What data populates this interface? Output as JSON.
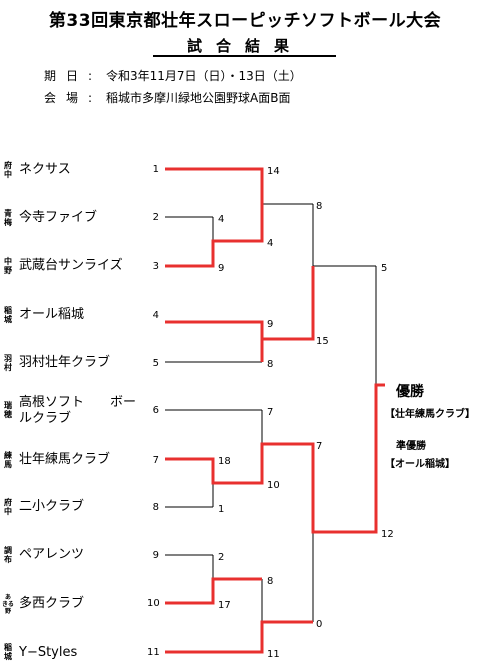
{
  "header": {
    "title": "第33回東京都壮年スローピッチソフトボール大会",
    "subtitle": "試合結果"
  },
  "info": [
    {
      "key": "期日",
      "colon": ":",
      "value": "令和3年11月7日（日）・13日（土）"
    },
    {
      "key": "会場",
      "colon": ":",
      "value": "稲城市多摩川緑地公園野球A面B面"
    }
  ],
  "teams": [
    {
      "pref": "府中",
      "name": "ネクサス",
      "seed": "1"
    },
    {
      "pref": "青梅",
      "name": "今寺ファイブ",
      "seed": "2"
    },
    {
      "pref": "中野",
      "name": "武蔵台サンライズ",
      "seed": "3"
    },
    {
      "pref": "稲城",
      "name": "オール稲城",
      "seed": "4"
    },
    {
      "pref": "羽村",
      "name": "羽村壮年クラブ",
      "seed": "5"
    },
    {
      "pref": "瑞穂",
      "name": "高根ソフト　　ボールクラブ",
      "seed": "6"
    },
    {
      "pref": "練馬",
      "name": "壮年練馬クラブ",
      "seed": "7"
    },
    {
      "pref": "府中",
      "name": "二小クラブ",
      "seed": "8"
    },
    {
      "pref": "調布",
      "name": "ペアレンツ",
      "seed": "9"
    },
    {
      "pref": "あきる野",
      "name": "多西クラブ",
      "seed": "10"
    },
    {
      "pref": "稲城",
      "name": "Y−Styles",
      "seed": "11"
    }
  ],
  "scores": {
    "r1": {
      "t2": "4",
      "t3": "9",
      "t7": "18",
      "t8": "1",
      "t9": "2",
      "t10": "17"
    },
    "r2": {
      "t1": "14",
      "w23": "4",
      "t4": "9",
      "t5": "8",
      "t6": "7",
      "w78": "10",
      "w910": "8",
      "t11": "11"
    },
    "qf": {
      "top": "8",
      "bottom": "15",
      "m6": "7",
      "bottom2": "0"
    },
    "sf": {
      "top": "5",
      "bottom": "12"
    }
  },
  "result": {
    "winner_label": "優勝",
    "winner_team": "【壮年練馬クラブ】",
    "runnerup_label": "準優勝",
    "runnerup_team": "【オール稲城】"
  },
  "colors": {
    "win_line": "#e8302f",
    "line": "#000000"
  }
}
